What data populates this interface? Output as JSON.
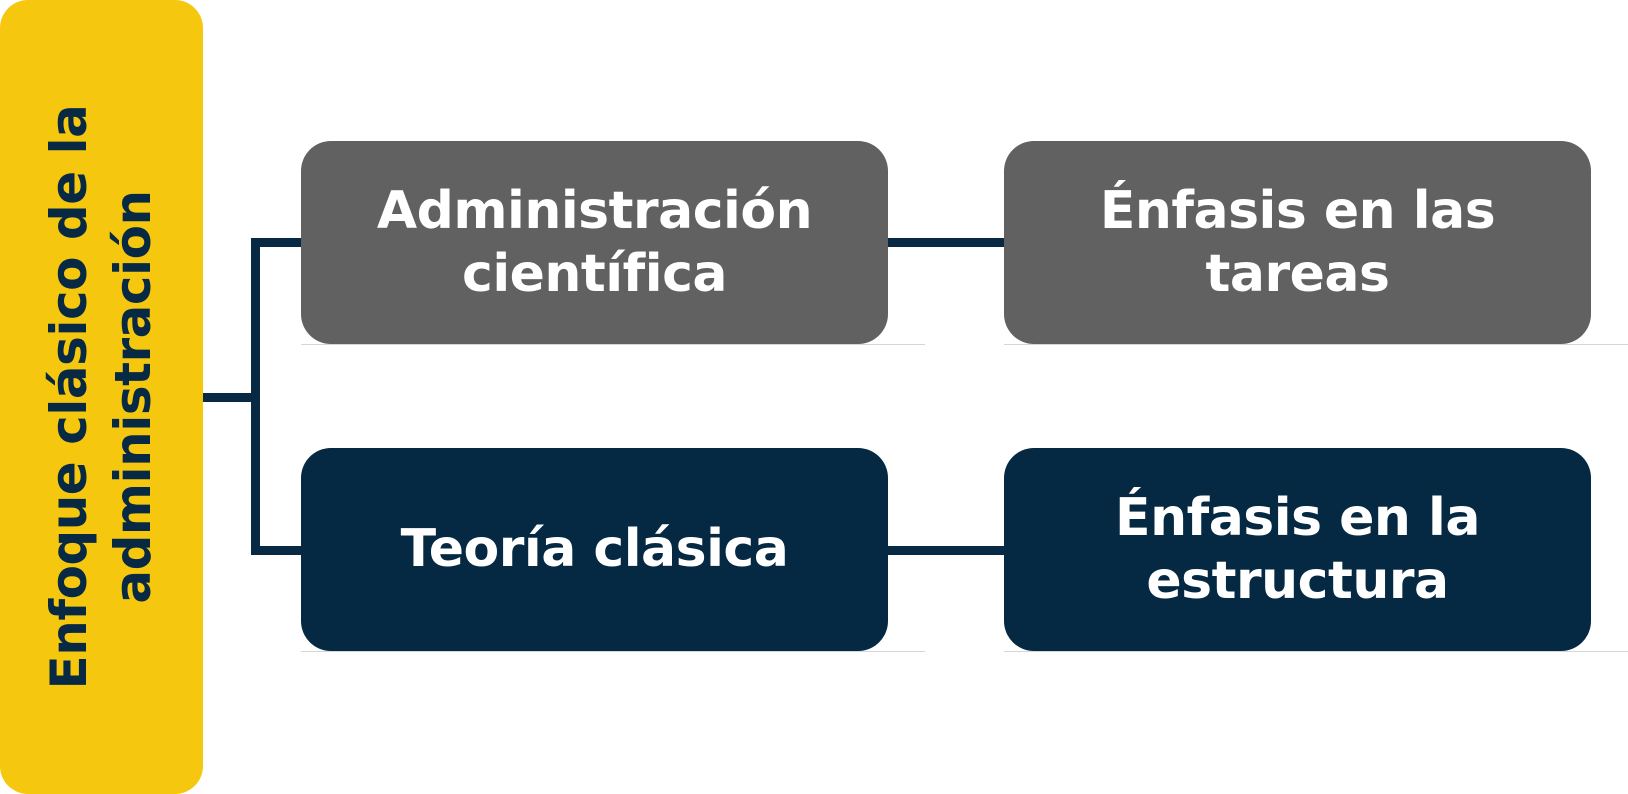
{
  "diagram": {
    "root": {
      "label": "Enfoque clásico de la administración",
      "color": "#f5c80f",
      "text_color": "#072943"
    },
    "branches": [
      {
        "name": "Administración científica",
        "color": "#616161",
        "emphasis": "Énfasis en las tareas"
      },
      {
        "name": "Teoría clásica",
        "color": "#052942",
        "emphasis": "Énfasis en la estructura"
      }
    ],
    "connector_color": "#072943"
  }
}
